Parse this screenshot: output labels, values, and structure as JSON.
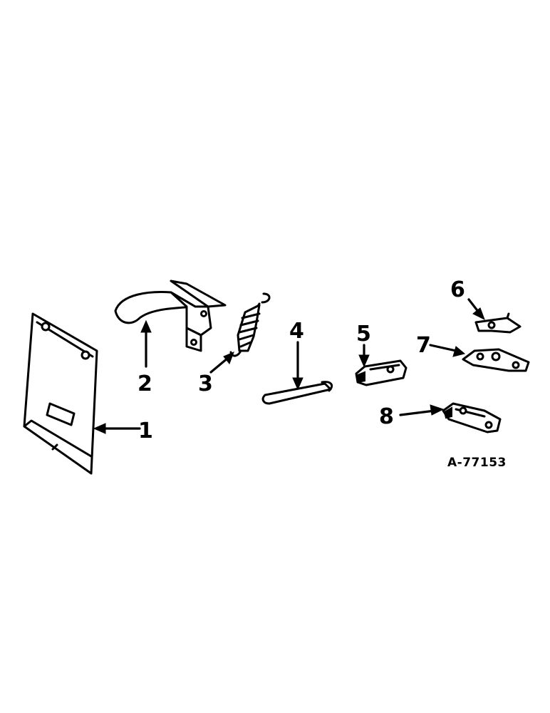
{
  "diagram": {
    "reference_code": "A-77153",
    "callouts": [
      {
        "number": "1",
        "part": "panel"
      },
      {
        "number": "2",
        "part": "bracket"
      },
      {
        "number": "3",
        "part": "spring"
      },
      {
        "number": "4",
        "part": "rod"
      },
      {
        "number": "5",
        "part": "clevis"
      },
      {
        "number": "6",
        "part": "small-plate"
      },
      {
        "number": "7",
        "part": "link-plate"
      },
      {
        "number": "8",
        "part": "lever-arm"
      }
    ]
  }
}
